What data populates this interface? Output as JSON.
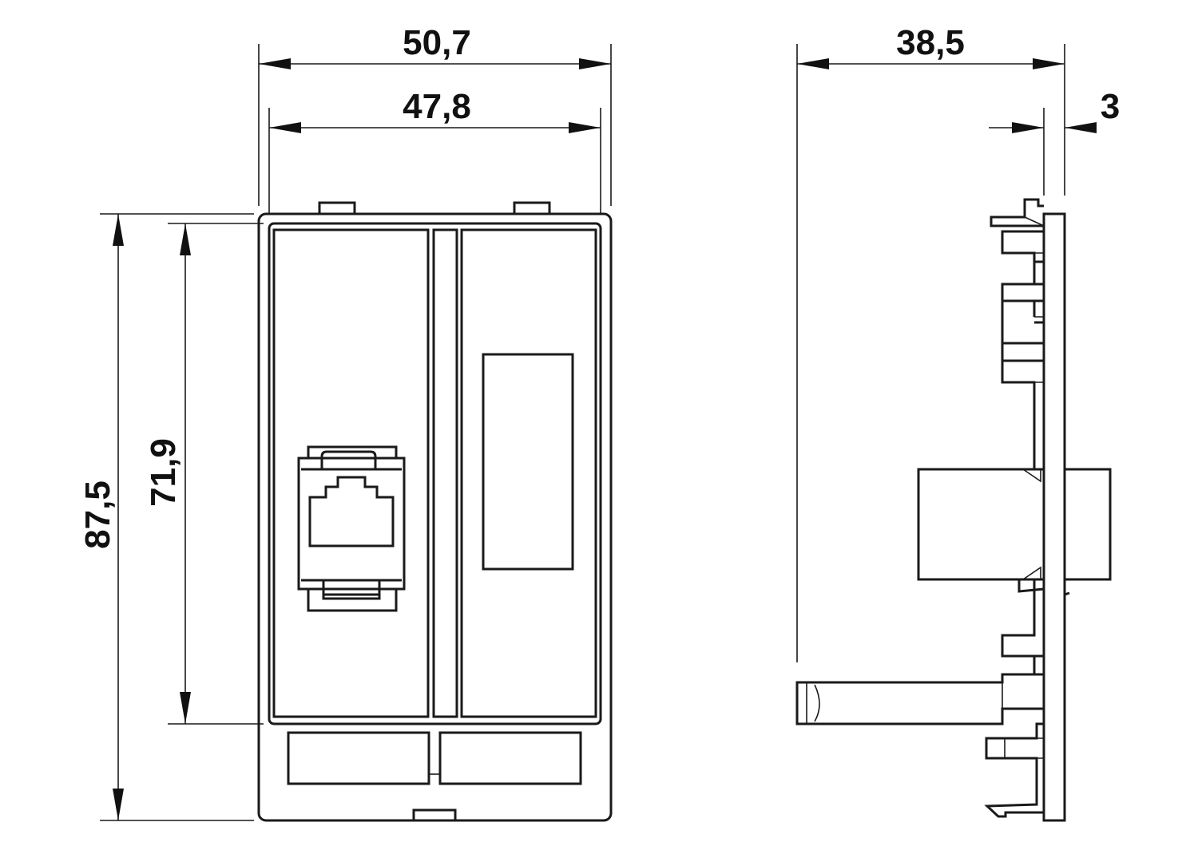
{
  "front_view": {
    "width_overall": "50,7",
    "width_inner": "47,8",
    "height_overall": "87,5",
    "height_inner": "71,9"
  },
  "side_view": {
    "depth_overall": "38,5",
    "plate_thickness": "3"
  }
}
